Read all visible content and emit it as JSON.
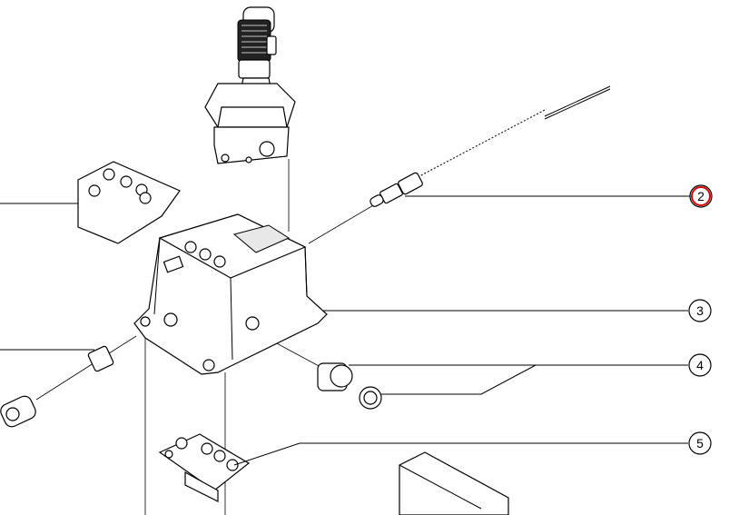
{
  "callouts": [
    {
      "number": "2",
      "selected": true
    },
    {
      "number": "3",
      "selected": false
    },
    {
      "number": "4",
      "selected": false
    },
    {
      "number": "5",
      "selected": false
    }
  ],
  "colors": {
    "line": "#000000",
    "background": "#ffffff",
    "selected_ring": "#d40000"
  }
}
